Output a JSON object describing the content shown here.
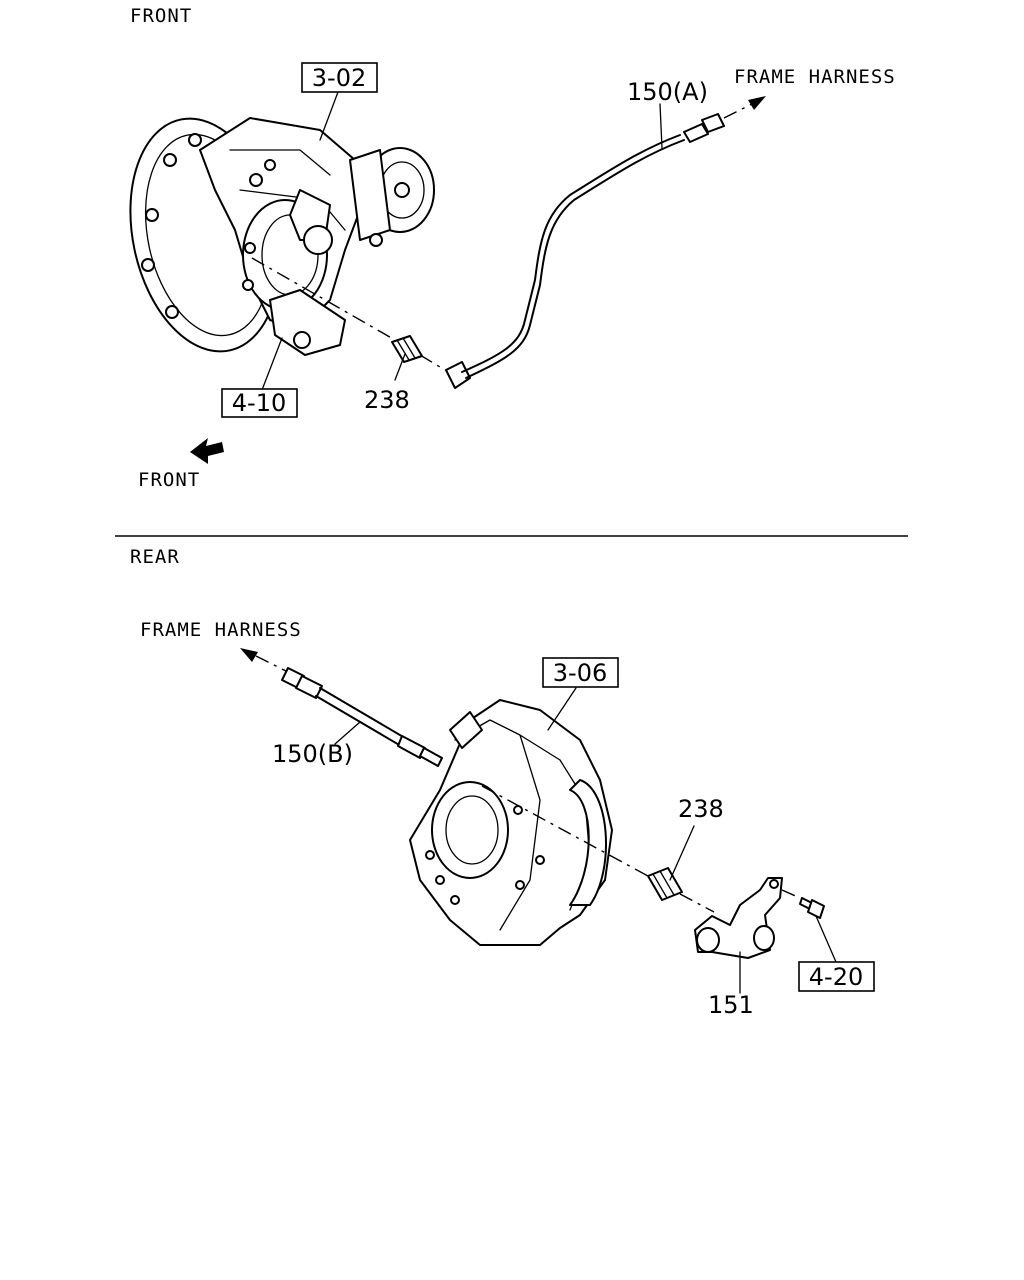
{
  "sections": {
    "front": {
      "heading": "FRONT",
      "ref_upper": "3-02",
      "ref_lower": "4-10",
      "cable_label": "150(A)",
      "harness_label": "FRAME HARNESS",
      "sleeve_label": "238",
      "direction_label": "FRONT"
    },
    "rear": {
      "heading": "REAR",
      "harness_label": "FRAME HARNESS",
      "cable_label": "150(B)",
      "ref_upper": "3-06",
      "sleeve_label": "238",
      "bracket_label": "151",
      "ref_bolt": "4-20"
    }
  }
}
